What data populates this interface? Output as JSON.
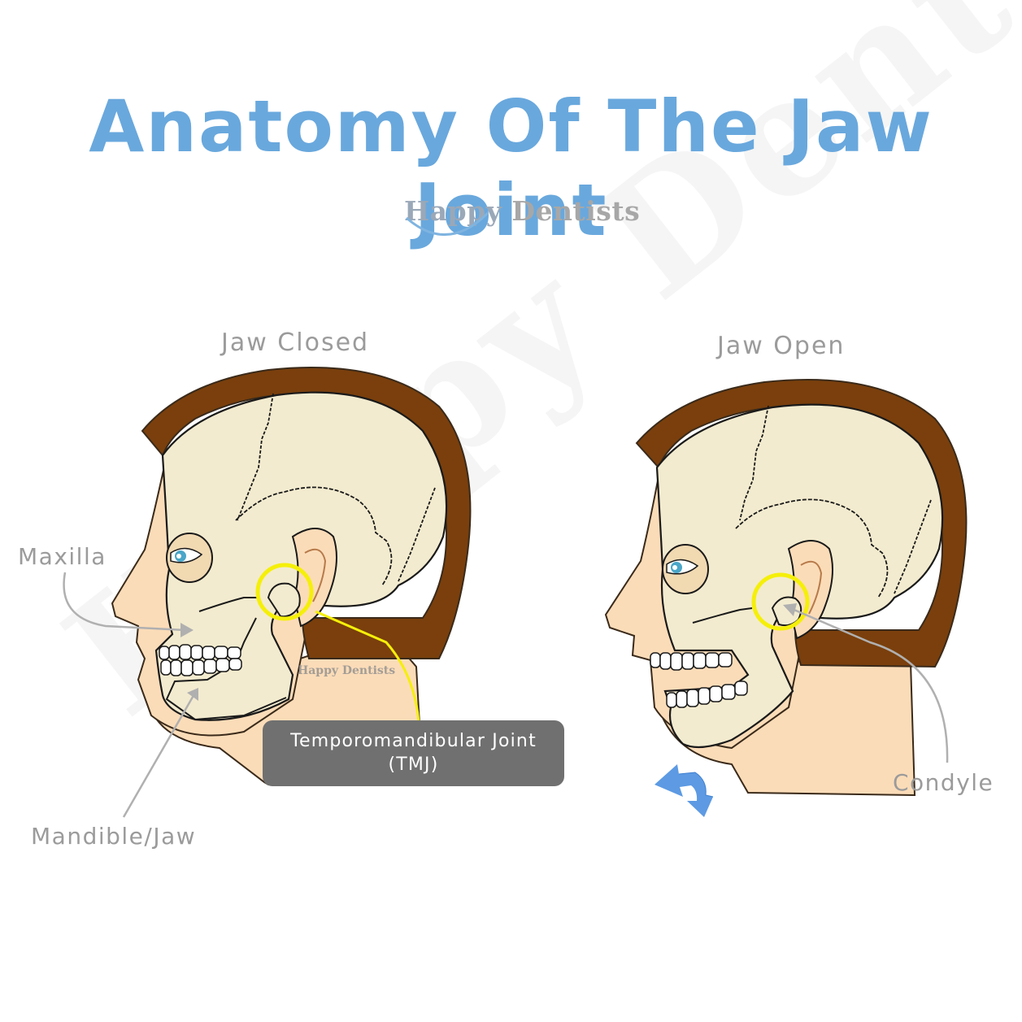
{
  "title": "Anatomy Of The Jaw Joint",
  "brand": {
    "first": "Happy",
    "second": "Dentists"
  },
  "watermark": "Happy Dentists",
  "captions": {
    "closed": "Jaw Closed",
    "open": "Jaw Open"
  },
  "labels": {
    "maxilla": "Maxilla",
    "mandible": "Mandible/Jaw",
    "condyle": "Condyle",
    "tmj_line1": "Temporomandibular Joint",
    "tmj_line2": "(TMJ)"
  },
  "inner_brand": "Happy Dentists",
  "colors": {
    "title": "#69a8dd",
    "hair": "#7a3f0c",
    "skin": "#fbdcb8",
    "bone": "#f3ebcf",
    "highlight": "#f5ef0a",
    "label_box": "#707070",
    "arrow": "#b0b0b0",
    "motion_arrow": "#5d9ae3"
  },
  "icons": [
    "motion-arrow-icon"
  ]
}
